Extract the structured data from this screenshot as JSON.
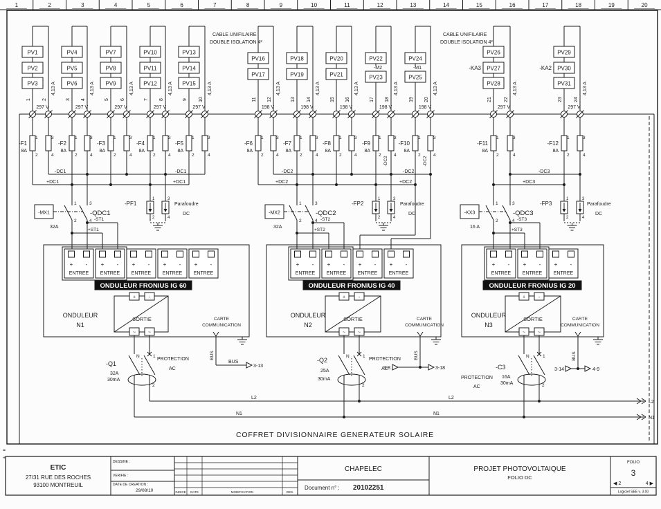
{
  "ruler": {
    "columns": [
      "1",
      "2",
      "3",
      "4",
      "5",
      "6",
      "7",
      "8",
      "9",
      "10",
      "11",
      "12",
      "13",
      "14",
      "15",
      "16",
      "17",
      "18",
      "19",
      "20"
    ]
  },
  "cable_notes": [
    {
      "line1": "CABLE UNIFILAIRE",
      "line2": "DOUBLE ISOLATION 4²"
    },
    {
      "line1": "CABLE UNIFILAIRE",
      "line2": "DOUBLE ISOLATION 4²"
    }
  ],
  "pv_strings": [
    {
      "modules": [
        "PV1",
        "PV2",
        "PV3"
      ],
      "wire_a": "1",
      "wire_b": "2",
      "current": "4,13 A",
      "voltage": "297 V"
    },
    {
      "modules": [
        "PV4",
        "PV5",
        "PV6"
      ],
      "wire_a": "3",
      "wire_b": "4",
      "current": "4,13 A",
      "voltage": "297 V"
    },
    {
      "modules": [
        "PV7",
        "PV8",
        "PV9"
      ],
      "wire_a": "5",
      "wire_b": "6",
      "current": "4,13 A",
      "voltage": "297 V"
    },
    {
      "modules": [
        "PV10",
        "PV11",
        "PV12"
      ],
      "wire_a": "7",
      "wire_b": "8",
      "current": "4,13 A",
      "voltage": "297 V"
    },
    {
      "modules": [
        "PV13",
        "PV14",
        "PV15"
      ],
      "wire_a": "9",
      "wire_b": "10",
      "current": "4,13 A",
      "voltage": "297 V"
    },
    {
      "modules": [
        "PV16",
        "PV17"
      ],
      "wire_a": "11",
      "wire_b": "12",
      "current": "4,13 A",
      "voltage": "198 V"
    },
    {
      "modules": [
        "PV18",
        "PV19"
      ],
      "wire_a": "13",
      "wire_b": "14",
      "current": "4,13 A",
      "voltage": "198 V"
    },
    {
      "modules": [
        "PV20",
        "PV21"
      ],
      "wire_a": "15",
      "wire_b": "16",
      "current": "4,13 A",
      "voltage": "198 V"
    },
    {
      "modules": [
        "PV22",
        "PV23"
      ],
      "tag": "-M2",
      "wire_a": "17",
      "wire_b": "18",
      "current": "4,13 A",
      "voltage": "198 V"
    },
    {
      "modules": [
        "PV24",
        "PV25"
      ],
      "tag": "-M1",
      "wire_a": "19",
      "wire_b": "20",
      "current": "4,13 A",
      "voltage": "198 V"
    },
    {
      "modules": [
        "PV26",
        "PV27",
        "PV28"
      ],
      "tag": "-KA3",
      "wire_a": "21",
      "wire_b": "22",
      "current": "4,13 A",
      "voltage": "297 V"
    },
    {
      "modules": [
        "PV29",
        "PV30",
        "PV31"
      ],
      "tag": "-KA2",
      "wire_a": "23",
      "wire_b": "24",
      "current": "4,13 A",
      "voltage": "297 V"
    }
  ],
  "fuses": [
    {
      "name": "-F1",
      "rating": "8A"
    },
    {
      "name": "-F2",
      "rating": "8A"
    },
    {
      "name": "-F3",
      "rating": "8A"
    },
    {
      "name": "-F4",
      "rating": "8A"
    },
    {
      "name": "-F5",
      "rating": "8A"
    },
    {
      "name": "-F6",
      "rating": "8A"
    },
    {
      "name": "-F7",
      "rating": "8A"
    },
    {
      "name": "-F8",
      "rating": "8A"
    },
    {
      "name": "-F9",
      "rating": "8A"
    },
    {
      "name": "-F10",
      "rating": "8A"
    },
    {
      "name": "-F11",
      "rating": "8A"
    },
    {
      "name": "-F12",
      "rating": "8A"
    }
  ],
  "terminals": {
    "t1": "1",
    "t2": "2",
    "t3": "3",
    "t4": "4"
  },
  "dc_buses": [
    {
      "neg": "-DC1",
      "pos": "+DC1"
    },
    {
      "neg": "-DC2",
      "pos": "+DC2"
    },
    {
      "neg": "-DC3",
      "pos": "+DC3"
    }
  ],
  "disconnects": [
    {
      "aux": "-MX1",
      "name": "-QDC1",
      "rating": "32A",
      "st_neg": "-ST1",
      "st_pos": "+ST1"
    },
    {
      "aux": "-MX2",
      "name": "-QDC2",
      "rating": "32A",
      "st_neg": "-ST2",
      "st_pos": "+ST2"
    },
    {
      "aux": "-KX3",
      "name": "-QDC3",
      "rating": "16 A",
      "st_neg": "-ST3",
      "st_pos": "+ST3"
    }
  ],
  "surge_protectors": [
    {
      "name": "-PF1",
      "type_line1": "Parafoudre",
      "type_line2": "DC"
    },
    {
      "name": "-FP2",
      "type_line1": "Parafoudre",
      "type_line2": "DC"
    },
    {
      "name": "-FP3",
      "type_line1": "Parafoudre",
      "type_line2": "DC"
    }
  ],
  "inverters": [
    {
      "banner": "ONDULEUR FRONIUS IG 60",
      "label": "ONDULEUR",
      "unit": "N1",
      "entry_label": "ENTREE",
      "output_label": "SORTIE",
      "comm_line1": "CARTE",
      "comm_line2": "COMMUNICATION"
    },
    {
      "banner": "ONDULEUR FRONIUS IG 40",
      "label": "ONDULEUR",
      "unit": "N2",
      "entry_label": "ENTREE",
      "output_label": "SORTIE",
      "comm_line1": "CARTE",
      "comm_line2": "COMMUNICATION"
    },
    {
      "banner": "ONDULEUR FRONIUS IG 20",
      "label": "ONDULEUR",
      "unit": "N3",
      "entry_label": "ENTREE",
      "output_label": "SORTIE",
      "comm_line1": "CARTE",
      "comm_line2": "COMMUNICATION"
    }
  ],
  "signs": {
    "plus": "+",
    "minus": "-",
    "ac": "~"
  },
  "breakers": [
    {
      "name": "-Q1",
      "rating": "32A",
      "sensitivity": "30mA",
      "n_label": "N",
      "in_label": "1",
      "out_label": "2",
      "prot_line1": "PROTECTION",
      "prot_line2": "AC"
    },
    {
      "name": "-Q2",
      "rating": "25A",
      "sensitivity": "30mA",
      "n_label": "N",
      "in_label": "1",
      "out_label": "2",
      "prot_line1": "PROTECTION",
      "prot_line2": "AC"
    },
    {
      "name": "-C3",
      "rating": "16A",
      "sensitivity": "30mA",
      "n_label": "N",
      "in_label": "1",
      "out_label": "2",
      "prot_line1": "PROTECTION",
      "prot_line2": "AC"
    }
  ],
  "comm_refs": [
    {
      "bus_vertical": "BUS",
      "bus_label": "BUS",
      "to": "3-13"
    },
    {
      "bus_vertical": "BUS",
      "from": "3-8",
      "to": "3-18"
    },
    {
      "bus_vertical": "BUS",
      "from": "3-14",
      "to": "4-9"
    }
  ],
  "ac_wires": {
    "l2": "L2",
    "n1": "N1"
  },
  "frame_marks": {
    "eq": "=",
    "plus": "+"
  },
  "caption": "COFFRET DIVISIONNAIRE GENERATEUR SOLAIRE",
  "title_block": {
    "company": "ETIC",
    "address_line1": "27/31 RUE DES ROCHES",
    "address_line2": "93100 MONTREUIL",
    "drawn_label": "DESSINE :",
    "checked_label": "VERIFIE :",
    "created_label": "DATE DE CREATION :",
    "created_value": "29/08/10",
    "rev_columns": {
      "indice": "INDICE",
      "date": "DATE",
      "modification": "MODIFICATION",
      "des": "DES."
    },
    "contractor": "CHAPELEC",
    "document_label": "Document n° :",
    "document_number": "20102251",
    "project_title": "PROJET PHOTOVOLTAIQUE",
    "project_subtitle": "FOLIO DC",
    "folio_label": "FOLIO",
    "folio_number": "3",
    "nav_prev": "◀ 2",
    "nav_next": "4 ▶",
    "software": "Logiciel SEE v. 3.00"
  }
}
